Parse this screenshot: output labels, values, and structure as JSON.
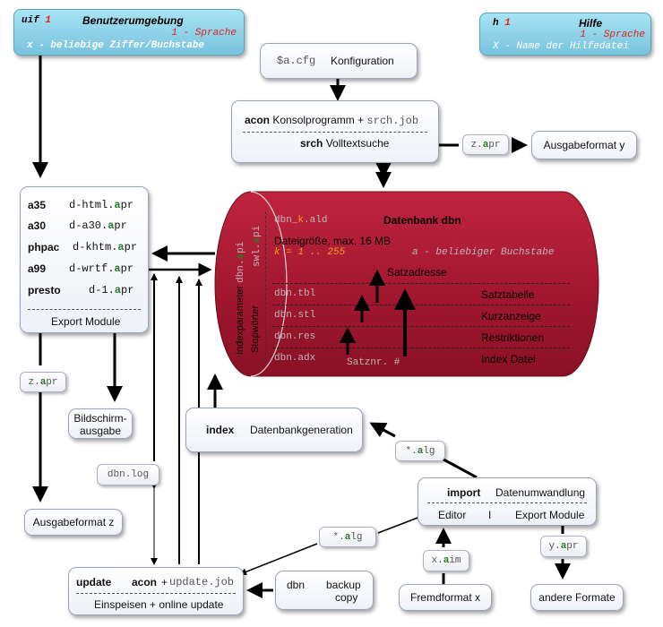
{
  "uif_box": {
    "code": "uif",
    "num": "1",
    "title": "Benutzerumgebung",
    "lang": "1 - Sprache",
    "desc": "x - beliebige Ziffer/Buchstabe"
  },
  "help_box": {
    "code": "h",
    "num": "1",
    "title": "Hilfe",
    "lang": "1 - Sprache",
    "desc": "X - Name der Hilfedatei"
  },
  "config_box": {
    "file": "$a.cfg",
    "label": "Konfiguration"
  },
  "acon_box": {
    "acon": "acon",
    "acon_desc": "Konsolprogramm +",
    "job": "srch.job",
    "srch": "srch",
    "srch_desc": "Volltextsuche"
  },
  "zapr_top": {
    "pre": "z.",
    "a": "a",
    "post": "pr"
  },
  "ausgabe_y": "Ausgabeformat y",
  "export_box": {
    "rows": [
      {
        "name": "a35",
        "file_pre": "d-html.",
        "a": "a",
        "file_post": "pr"
      },
      {
        "name": "a30",
        "file_pre": "d-a30.",
        "a": "a",
        "file_post": "pr"
      },
      {
        "name": "phpac",
        "file_pre": "d-khtm.",
        "a": "a",
        "file_post": "pr"
      },
      {
        "name": "a99",
        "file_pre": "d-wrtf.",
        "a": "a",
        "file_post": "pr"
      },
      {
        "name": "presto",
        "file_pre": "d-1.",
        "a": "a",
        "file_post": "pr"
      }
    ],
    "footer": "Export Module"
  },
  "db": {
    "file_pre": "dbn_",
    "file_k": "k",
    "file_post": ".ald",
    "title": "Datenbank dbn",
    "size": "Dateigröße, max. 16 MB",
    "k_range": "k = 1 .. 255",
    "a_desc": "a - beliebiger Buchstabe",
    "satzadresse": "Satzadresse",
    "index_label": "Indexparameter",
    "index_file_pre": "dbn.",
    "index_file_a": "a",
    "index_file_post": "pi",
    "stop_label": "Stopwörter",
    "stop_file_pre": "swl.",
    "stop_file_a": "a",
    "stop_file_post": "pi",
    "rows": [
      {
        "file": "dbn.tbl",
        "label": "Satztabelle"
      },
      {
        "file": "dbn.stl",
        "label": "Kurzanzeige"
      },
      {
        "file": "dbn.res",
        "label": "Restriktionen"
      },
      {
        "file": "dbn.adx",
        "label": "Index Datei"
      }
    ],
    "satznr": "Satznr. #"
  },
  "zapr_left": {
    "pre": "z.",
    "a": "a",
    "post": "pr"
  },
  "bildschirm": {
    "line1": "Bildschirm-",
    "line2": "ausgabe"
  },
  "index_box": {
    "name": "index",
    "label": "Datenbankgeneration"
  },
  "alg_top": {
    "pre": "*.",
    "a": "a",
    "post": "lg"
  },
  "dbn_log": "dbn.log",
  "ausgabe_z": "Ausgabeformat z",
  "import_box": {
    "name": "import",
    "label": "Datenumwandlung",
    "editor": "Editor",
    "sep": "I",
    "export": "Export Module"
  },
  "alg_mid": {
    "pre": "*.",
    "a": "a",
    "post": "lg"
  },
  "yapr": {
    "pre": "y.",
    "a": "a",
    "post": "pr"
  },
  "xaim": {
    "pre": "x.",
    "a": "a",
    "post": "im"
  },
  "update_box": {
    "update": "update",
    "acon": "acon",
    "plus": "+",
    "job": "update.job",
    "footer": "Einspeisen + online update"
  },
  "backup_box": {
    "dbn": "dbn",
    "line1": "backup",
    "line2": "copy"
  },
  "fremdformat": "Fremdformat x",
  "andere": "andere Formate"
}
